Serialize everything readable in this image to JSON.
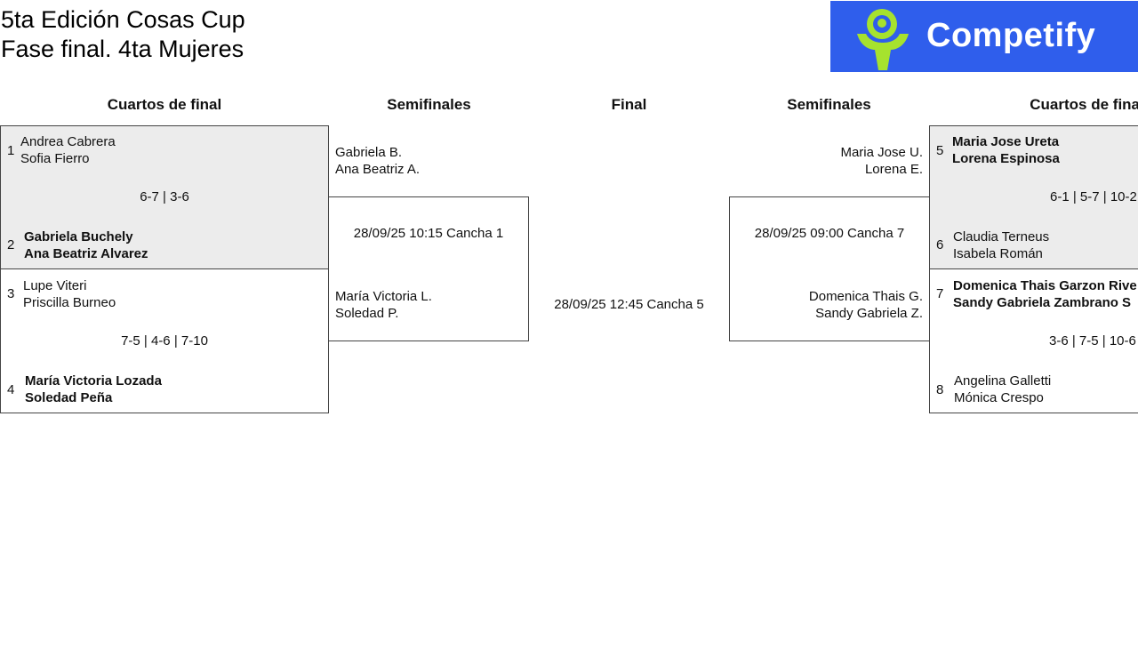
{
  "header": {
    "title_line1": "5ta Edición Cosas Cup",
    "title_line2": "Fase final. 4ta Mujeres",
    "logo_text": "Competify",
    "logo_color": "#2f5eec",
    "logo_icon_color": "#a6e22e"
  },
  "rounds": {
    "left_quarter": "Cuartos de final",
    "left_semi": "Semifinales",
    "final": "Final",
    "right_semi": "Semifinales",
    "right_quarter": "Cuartos de final"
  },
  "left_quarters": [
    {
      "top": {
        "seed": "1",
        "p1": "Andrea Cabrera",
        "p2": "Sofia Fierro"
      },
      "score": "6-7 | 3-6",
      "bottom": {
        "seed": "2",
        "p1": "Gabriela Buchely",
        "p2": "Ana Beatriz Alvarez"
      }
    },
    {
      "top": {
        "seed": "3",
        "p1": "Lupe Viteri",
        "p2": "Priscilla Burneo"
      },
      "score": "7-5 | 4-6 | 7-10",
      "bottom": {
        "seed": "4",
        "p1": "María Victoria Lozada",
        "p2": "Soledad Peña"
      }
    }
  ],
  "right_quarters": [
    {
      "top": {
        "seed": "5",
        "p1": "Maria Jose Ureta",
        "p2": "Lorena Espinosa"
      },
      "score": "6-1 | 5-7 | 10-2",
      "bottom": {
        "seed": "6",
        "p1": "Claudia Terneus",
        "p2": "Isabela Román"
      }
    },
    {
      "top": {
        "seed": "7",
        "p1": "Domenica Thais Garzon Rive",
        "p2": "Sandy Gabriela Zambrano S"
      },
      "score": "3-6 | 7-5 | 10-6",
      "bottom": {
        "seed": "8",
        "p1": "Angelina Galletti",
        "p2": "Mónica Crespo"
      }
    }
  ],
  "left_semi": {
    "top": {
      "p1": "Gabriela B.",
      "p2": "Ana Beatriz A."
    },
    "schedule": "28/09/25 10:15 Cancha 1",
    "bottom": {
      "p1": "María Victoria L.",
      "p2": "Soledad P."
    }
  },
  "right_semi": {
    "top": {
      "p1": "Maria Jose U.",
      "p2": "Lorena E."
    },
    "schedule": "28/09/25 09:00 Cancha 7",
    "bottom": {
      "p1": "Domenica Thais G.",
      "p2": "Sandy Gabriela Z."
    }
  },
  "final": {
    "schedule": "28/09/25 12:45 Cancha 5"
  }
}
